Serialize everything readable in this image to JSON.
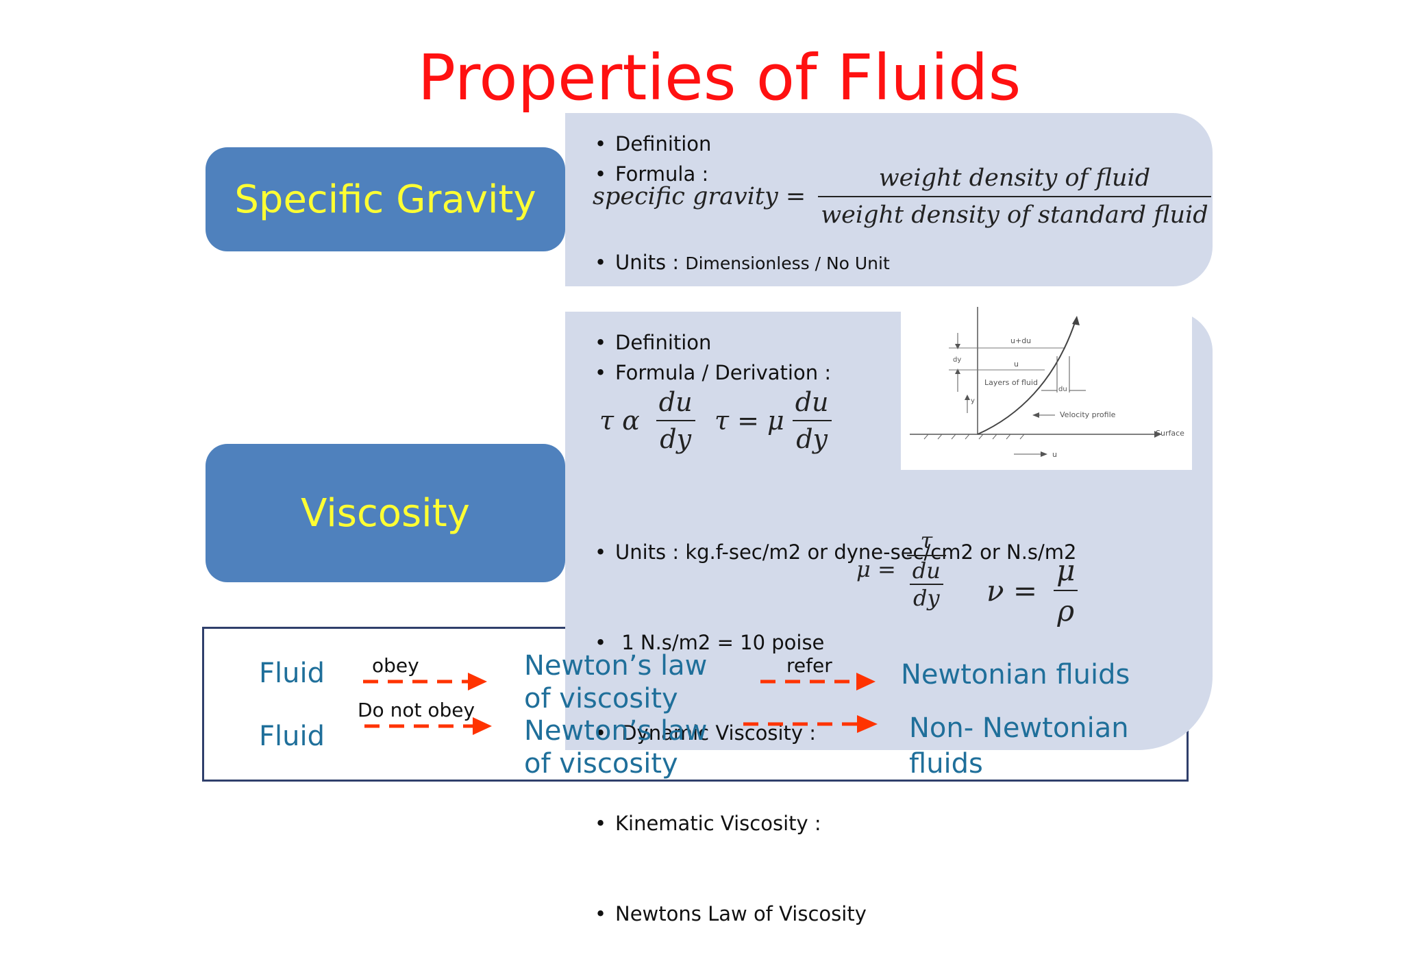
{
  "title": "Properties of Fluids",
  "specific_gravity": {
    "label": "Specific Gravity",
    "bullets": [
      "Definition",
      "Formula :"
    ],
    "formula_lhs": "specific gravity =",
    "formula_num": "weight density of fluid",
    "formula_den": "weight density of standard fluid",
    "units_label": "Units : ",
    "units_value": "Dimensionless / No Unit"
  },
  "viscosity": {
    "label": "Viscosity",
    "bullets_top": [
      "Definition",
      "Formula / Derivation :"
    ],
    "eq1_lhs": "τ  α",
    "eq2_lhs": "τ =  μ",
    "du": "du",
    "dy": "dy",
    "bullets_bottom": [
      "Units : kg.f-sec/m2 or dyne-sec/cm2 or N.s/m2",
      " 1 N.s/m2 = 10 poise",
      " Dynamic Viscosity :",
      "Kinematic Viscosity :",
      "Newtons Law of Viscosity"
    ],
    "dyn_lhs": "μ =",
    "dyn_num": "τ",
    "kin_lhs": "ν =",
    "kin_num": "μ",
    "kin_den": "ρ",
    "diagram": {
      "labels": {
        "u_du": "u+du",
        "u": "u",
        "dy": "dy",
        "y": "y",
        "layers": "Layers of fluid",
        "du": "du",
        "velocity_profile": "Velocity profile",
        "surface": "Surface",
        "u_bottom": "u"
      }
    }
  },
  "flow": {
    "fluid1": "Fluid",
    "fluid2": "Fluid",
    "obey": "obey",
    "do_not_obey": "Do not obey",
    "law1_line1": "Newton’s law",
    "law1_line2": "of viscosity",
    "law2_line1": "Newton’s law",
    "law2_line2": "of viscosity",
    "refer": "refer",
    "newtonian": "Newtonian fluids",
    "non_newtonian_line1": "Non- Newtonian",
    "non_newtonian_line2": "fluids",
    "arrow_color": "#ff3300"
  },
  "colors": {
    "title": "#ff1111",
    "label_box": "#4f81bd",
    "label_text": "#ffff33",
    "panel": "#d3daea",
    "flow_text": "#1f6f9a"
  }
}
